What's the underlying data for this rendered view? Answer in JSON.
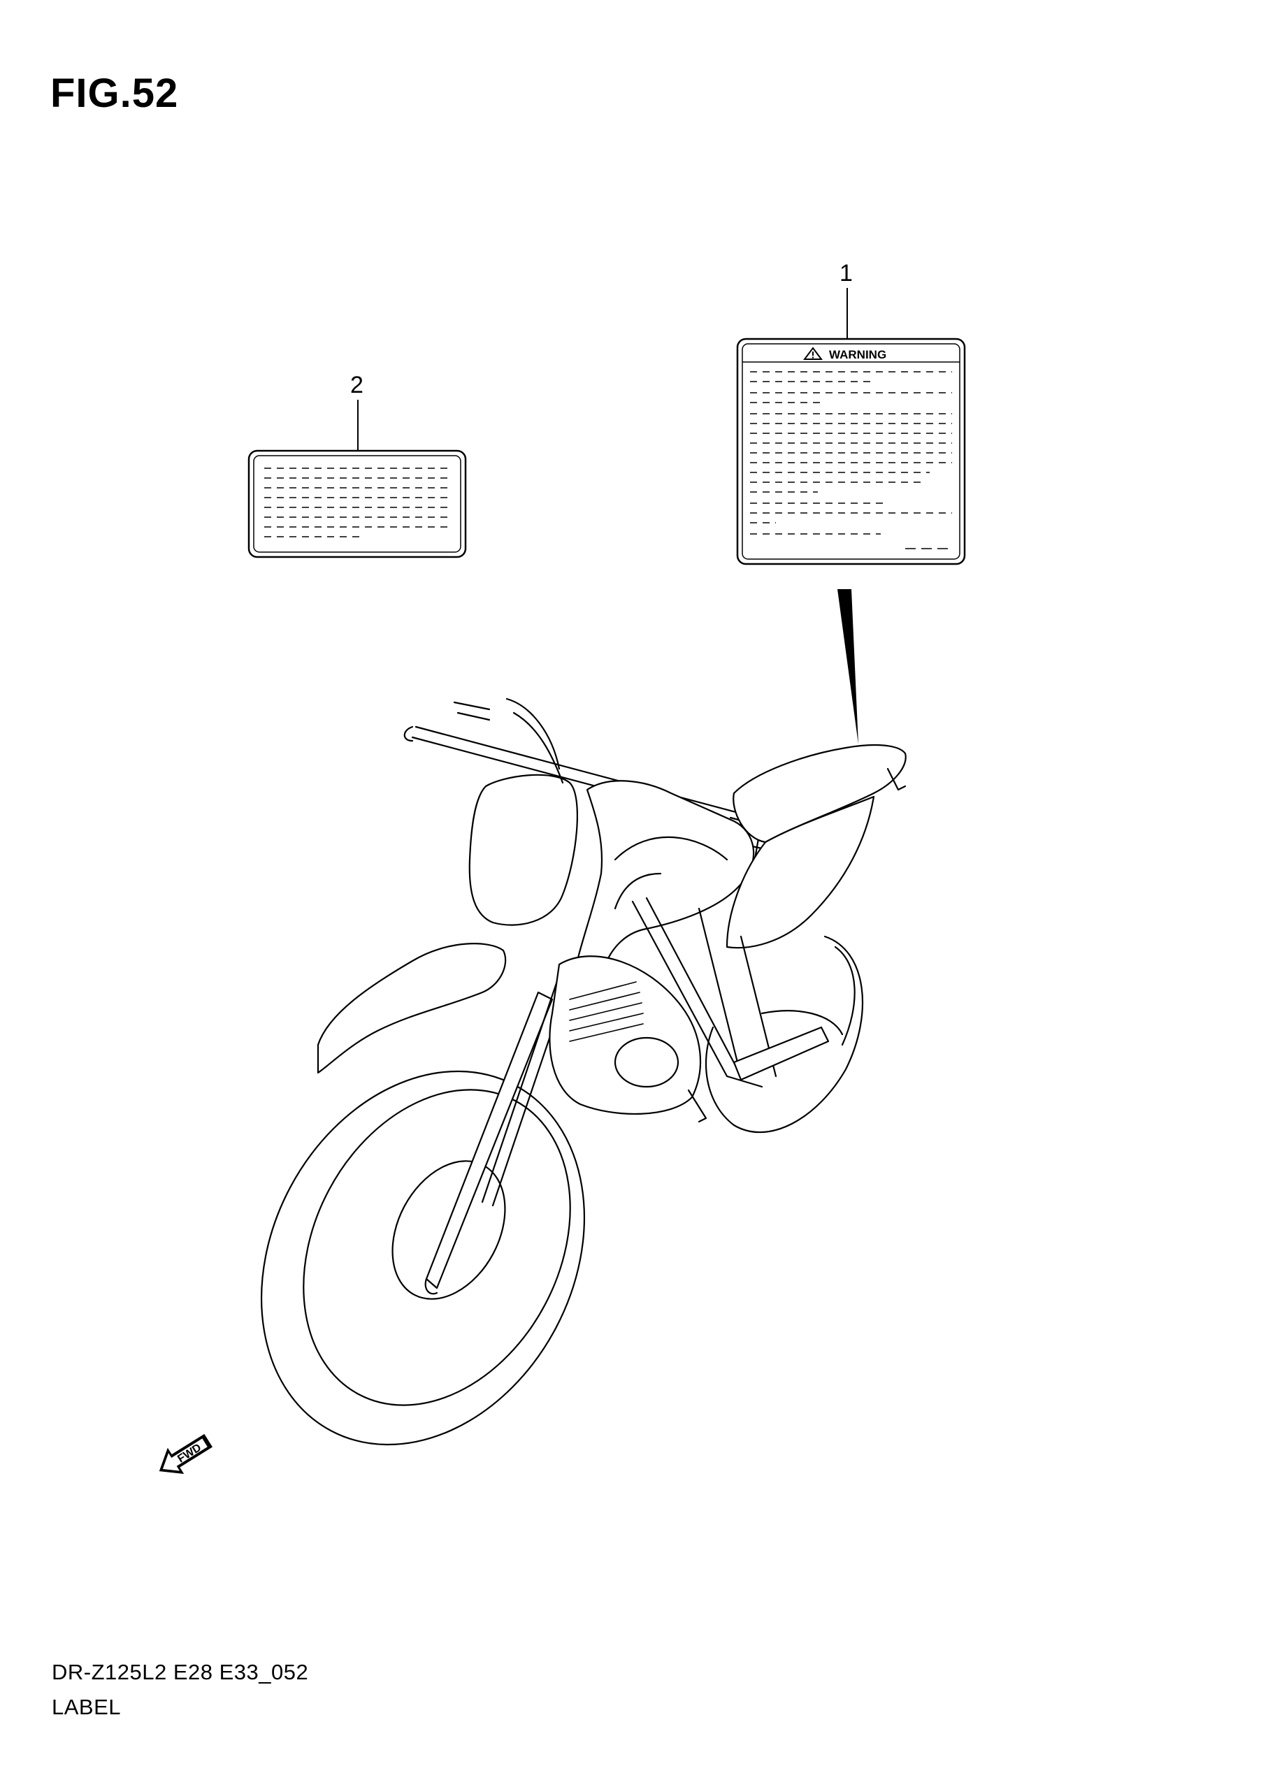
{
  "figure": {
    "title": "FIG.52"
  },
  "callouts": [
    {
      "number": "1"
    },
    {
      "number": "2"
    }
  ],
  "warning_label": {
    "heading": "WARNING"
  },
  "direction_arrow": {
    "text": "FWD"
  },
  "footer": {
    "model_code": "DR-Z125L2  E28  E33_052",
    "section_name": "LABEL"
  },
  "icons": [
    "warning-triangle-icon",
    "fwd-arrow-icon"
  ]
}
